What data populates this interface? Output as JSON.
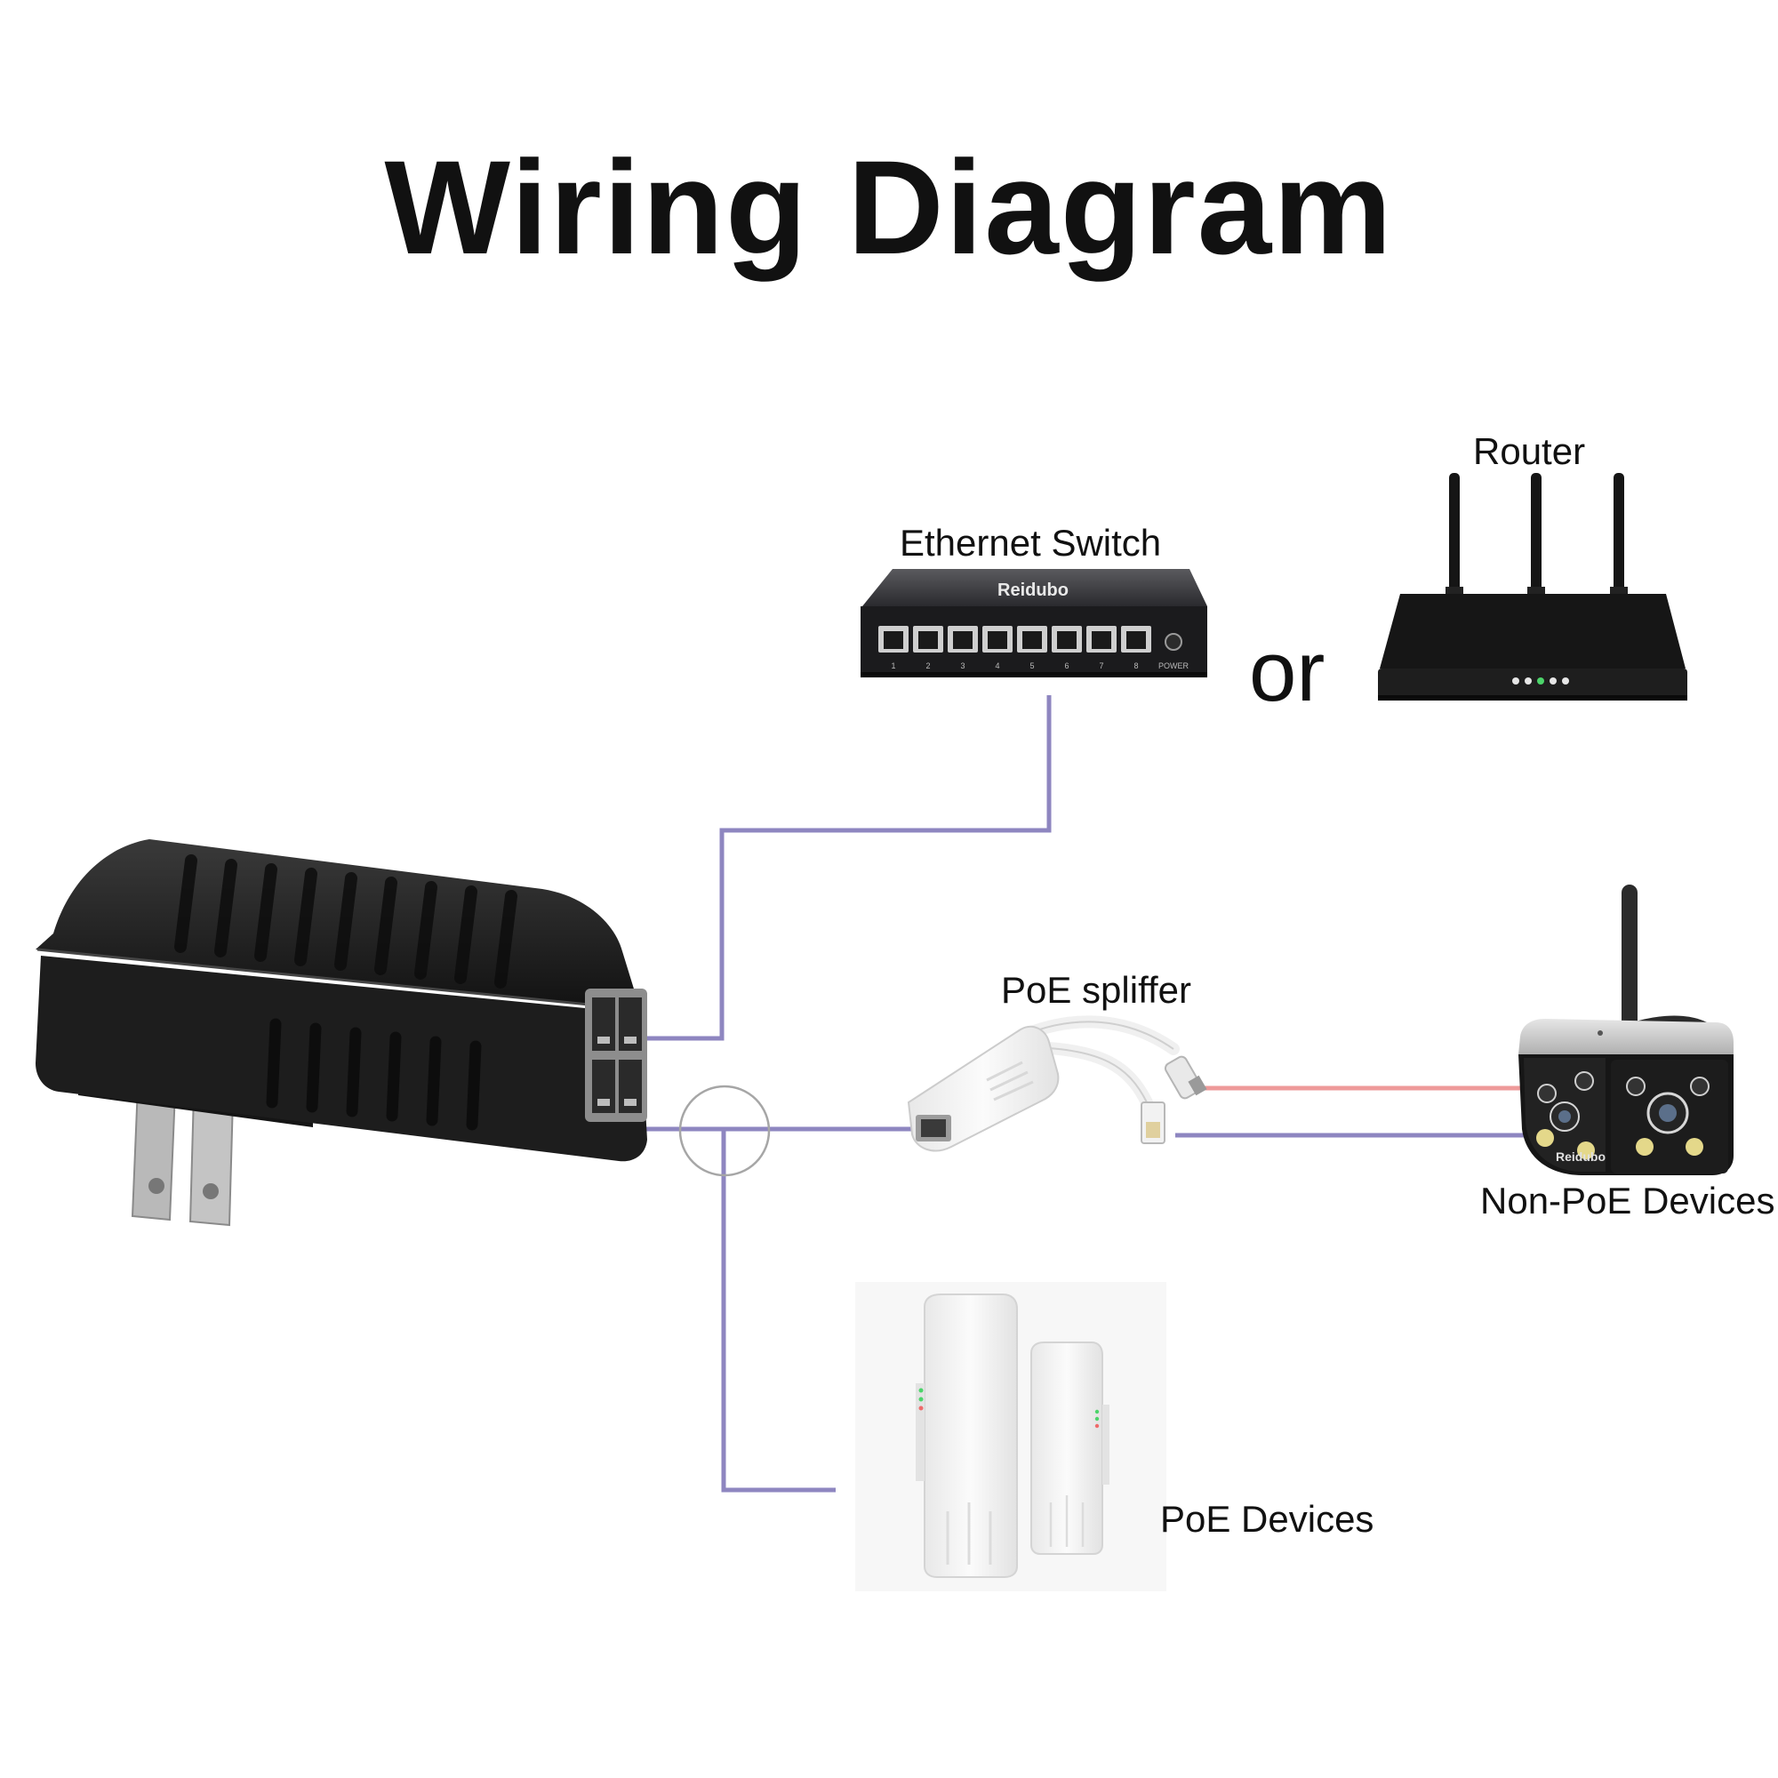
{
  "diagram": {
    "title": "Wiring Diagram",
    "connector_word": "or",
    "nodes": {
      "ethernet_switch": {
        "label": "Ethernet Switch",
        "brand": "Reidubo",
        "port_labels": [
          "1",
          "2",
          "3",
          "4",
          "5",
          "6",
          "7",
          "8"
        ],
        "power_label": "POWER"
      },
      "router": {
        "label": "Router"
      },
      "poe_splitter": {
        "label": "PoE spliffer"
      },
      "camera": {
        "label": "Non-PoE Devices",
        "brand": "Reidubo"
      },
      "poe_devices": {
        "label": "PoE Devices"
      },
      "poe_injector": {
        "icon": "poe-power-adapter-icon"
      }
    },
    "links": [
      {
        "from": "poe_injector",
        "to": "ethernet_switch",
        "kind": "ethernet"
      },
      {
        "from": "poe_injector",
        "to": "poe_splitter",
        "kind": "ethernet"
      },
      {
        "from": "poe_injector",
        "to": "poe_devices",
        "kind": "ethernet"
      },
      {
        "from": "poe_splitter",
        "to": "camera",
        "kind": "dc-power"
      },
      {
        "from": "poe_splitter",
        "to": "camera",
        "kind": "ethernet"
      }
    ],
    "colors": {
      "ethernet_line": "#8e86c0",
      "dc_power_line": "#ee9a9a",
      "device_black": "#1c1c1c",
      "device_white": "#f4f4f4",
      "circle": "#a6a6a6"
    }
  }
}
